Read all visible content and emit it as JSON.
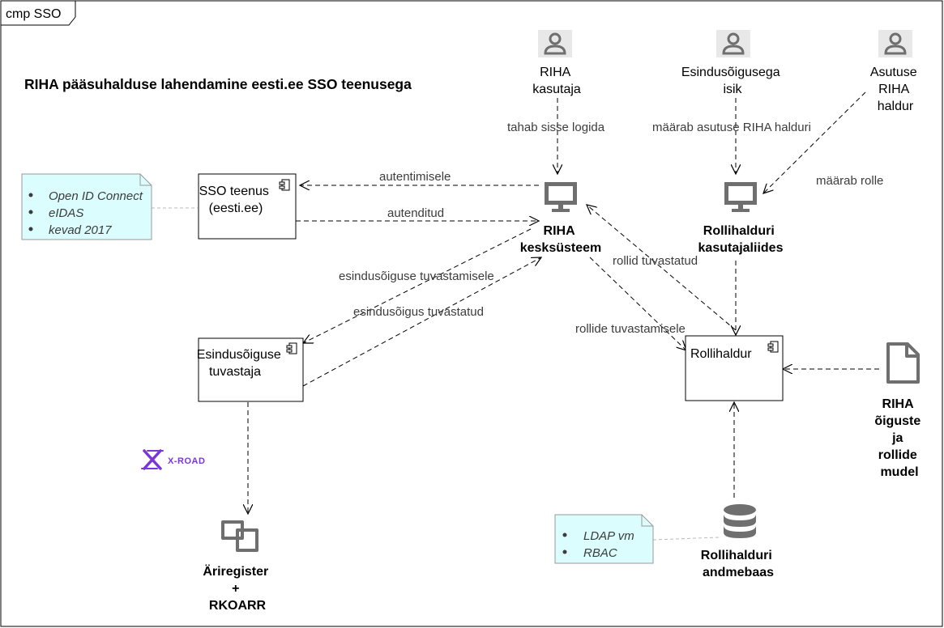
{
  "frame": {
    "label": "cmp SSO"
  },
  "title": "RIHA pääsuhalduse lahendamine eesti.ee SSO teenusega",
  "actors": {
    "riha_user": [
      "RIHA",
      "kasutaja"
    ],
    "representative": [
      "Esindusõigusega",
      "isik"
    ],
    "admin": [
      "Asutuse",
      "RIHA",
      "haldur"
    ]
  },
  "components": {
    "sso": [
      "SSO teenus",
      "(eesti.ee)"
    ],
    "rep_checker": [
      "Esindusõiguse",
      "tuvastaja"
    ],
    "role_manager": [
      "Rollihaldur"
    ]
  },
  "nodes": {
    "riha_core": [
      "RIHA",
      "kesksüsteem"
    ],
    "role_ui": [
      "Rollihalduri",
      "kasutajaliides"
    ],
    "business_registry": [
      "Äriregister",
      "+",
      "RKOARR"
    ],
    "role_db": [
      "Rollihalduri",
      "andmebaas"
    ],
    "rights_model": [
      "RIHA",
      "õiguste",
      "ja",
      "rollide",
      "mudel"
    ]
  },
  "notes": {
    "sso_note": [
      "Open ID Connect",
      "eIDAS",
      "kevad 2017"
    ],
    "db_note": [
      "LDAP vm",
      "RBAC"
    ]
  },
  "edges": {
    "wants_login": "tahab sisse logida",
    "assigns_admin": "määrab asutuse RIHA halduri",
    "assigns_roles": "määrab rolle",
    "for_auth": "autentimisele",
    "authenticated": "autenditud",
    "rep_check_request": "esindusõiguse tuvastamisele",
    "rep_verified": "esindusõigus tuvastatud",
    "roles_verified": "rollid tuvastatud",
    "role_check_request": "rollide tuvastamisele"
  },
  "logo": {
    "text": "X-ROAD",
    "color": "#7a37d8"
  },
  "colors": {
    "note_fill": "#dbfdfd",
    "icon_gray": "#6f6f6f",
    "actor_bg": "#e8e8e8"
  },
  "icons": {
    "actor": "user-icon",
    "monitor": "monitor-icon",
    "document": "document-icon",
    "database": "database-icon",
    "component": "component-icon",
    "external": "external-system-icon"
  }
}
